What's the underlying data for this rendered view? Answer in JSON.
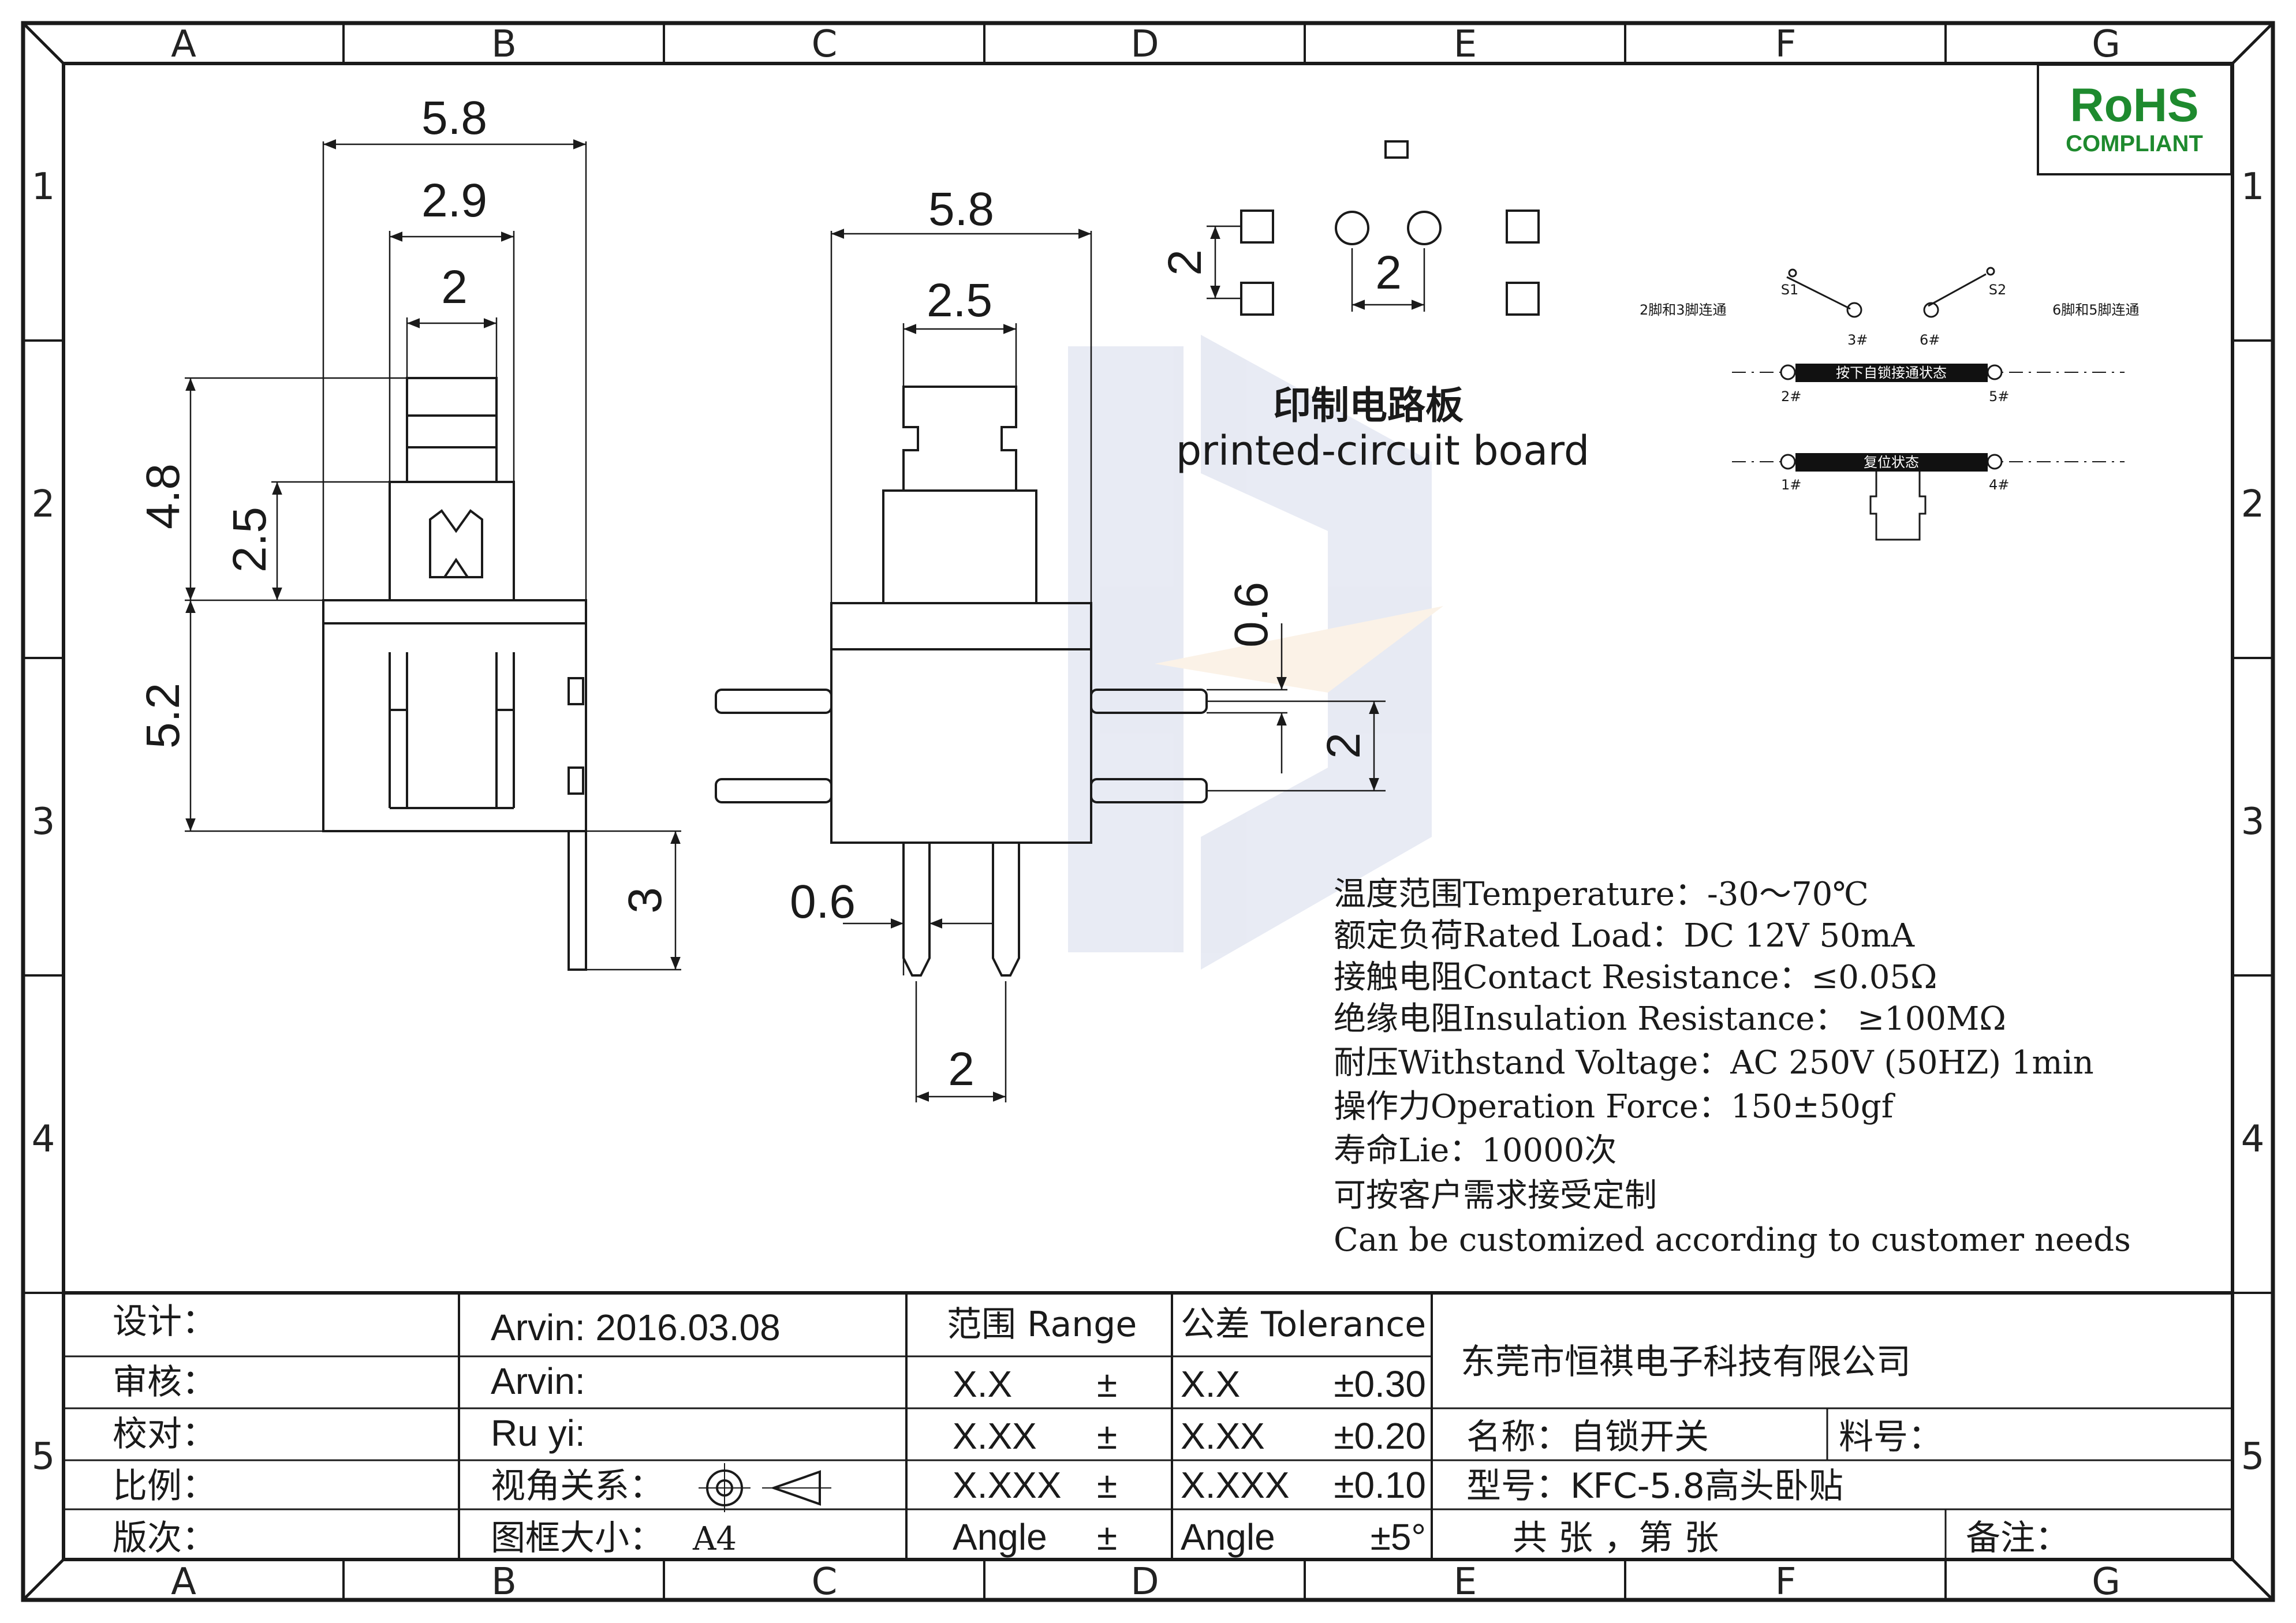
{
  "grid": {
    "columns": [
      "A",
      "B",
      "C",
      "D",
      "E",
      "F",
      "G"
    ],
    "rows": [
      "1",
      "2",
      "3",
      "4",
      "5"
    ]
  },
  "rohs": {
    "line1": "RoHS",
    "line2": "COMPLIANT",
    "color": "#1e8a2e"
  },
  "side_view": {
    "dim_top_width": "5.8",
    "dim_mid_width": "2.9",
    "dim_stem_width": "2",
    "dim_total_height": "4.8",
    "dim_stem_height": "2.5",
    "dim_body_height": "5.2",
    "dim_leg_length": "3"
  },
  "front_view": {
    "dim_width": "5.8",
    "dim_stem_width": "2.5",
    "dim_pin_thickness": "0.6",
    "dim_pin_pitch_side": "2",
    "dim_pin_width": "0.6",
    "dim_pin_pitch_bottom": "2"
  },
  "pcb": {
    "dim_pad": "2",
    "dim_pitch": "2",
    "title_cn": "印制电路板",
    "title_en": "printed-circuit board"
  },
  "schematic": {
    "s1": "S1",
    "s2": "S2",
    "left_note": "2脚和3脚连通",
    "right_note": "6脚和5脚连通",
    "pin3": "3#",
    "pin6": "6#",
    "pin2": "2#",
    "pin5": "5#",
    "pin1": "1#",
    "pin4": "4#",
    "pressed_state": "按下自锁接通状态",
    "reset_state": "复位状态"
  },
  "specs": {
    "temperature": "温度范围Temperature：-30～70℃",
    "load": "额定负荷Rated  Load：DC 12V 50mA",
    "contact": "接触电阻Contact Resistance：≤0.05Ω",
    "insulation": "绝缘电阻Insulation Resistance： ≥100MΩ",
    "voltage": "耐压Withstand Voltage：AC 250V (50HZ) 1min",
    "force": "操作力Operation Force：150±50gf",
    "life": "寿命Lie：10000次",
    "custom_cn": "可按客户需求接受定制",
    "custom_en": "Can be customized according to customer needs"
  },
  "title_block": {
    "design_label": "设计：",
    "design_value": "Arvin:  2016.03.08",
    "review_label": "审核：",
    "review_value": "Arvin:",
    "check_label": "校对：",
    "check_value": "Ru  yi:",
    "scale_label": "比例：",
    "view_label": "视角关系：",
    "version_label": "版次：",
    "frame_label": "图框大小：",
    "frame_value": "A4",
    "range_header": "范围 Range",
    "tolerance_header": "公差 Tolerance",
    "range_rows": [
      {
        "range": "X.X",
        "pm": "±",
        "tol_x": "X.X",
        "tol": "±0.30"
      },
      {
        "range": "X.XX",
        "pm": "±",
        "tol_x": "X.XX",
        "tol": "±0.20"
      },
      {
        "range": "X.XXX",
        "pm": "±",
        "tol_x": "X.XXX",
        "tol": "±0.10"
      },
      {
        "range": "Angle",
        "pm": "±",
        "tol_x": "Angle",
        "tol": "±5°"
      }
    ],
    "company": "东莞市恒祺电子科技有限公司",
    "name_label": "名称：自锁开关",
    "part_label": "料号：",
    "model_label": "型号：KFC-5.8高头卧贴",
    "sheet_label": "共    张  ，第    张",
    "remark_label": "备注："
  }
}
